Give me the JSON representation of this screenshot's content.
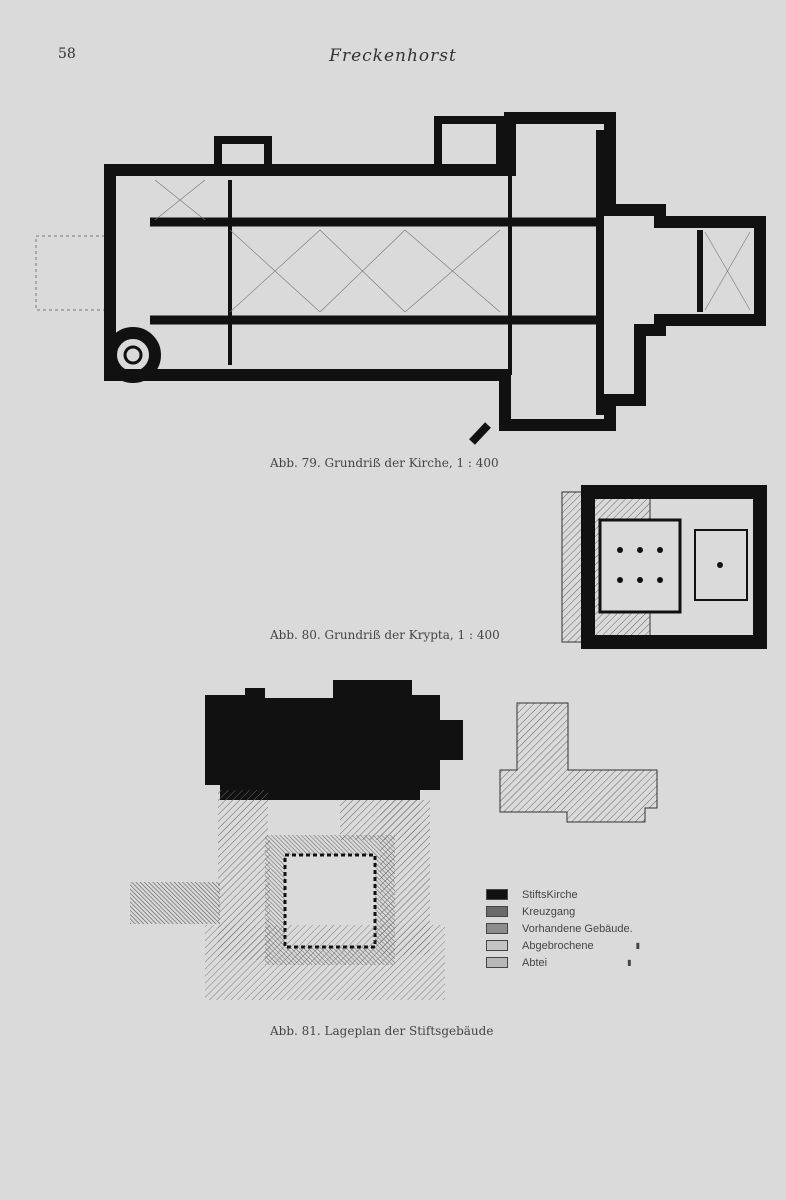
{
  "page": {
    "number": "58",
    "running_head": "Freckenhorst"
  },
  "figures": [
    {
      "caption": "Abb. 79. Grundriß der Kirche, 1 : 400"
    },
    {
      "caption": "Abb. 80. Grundriß der Krypta, 1 : 400"
    },
    {
      "caption": "Abb. 81. Lageplan der Stiftsgebäude"
    }
  ],
  "legend": [
    {
      "label": "StiftsKirche",
      "color": "#111111",
      "mark": ""
    },
    {
      "label": "Kreuzgang",
      "color": "#6a6a6a",
      "mark": ""
    },
    {
      "label": "Vorhandene Gebäude.",
      "color": "#8c8c8c",
      "mark": ""
    },
    {
      "label": "Abgebrochene",
      "color": "#c4c4c4",
      "mark": "▮"
    },
    {
      "label": "Abtei",
      "color": "#b8b8b8",
      "mark": "▮"
    }
  ]
}
